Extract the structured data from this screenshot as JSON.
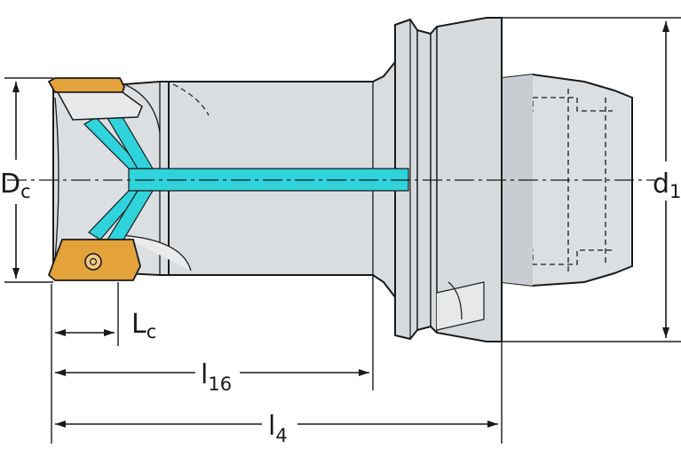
{
  "colors": {
    "body_fill": "#d9dcdf",
    "body_light": "#e9ebed",
    "body_dark": "#b5babf",
    "outline": "#1a1a1a",
    "coolant": "#2fd3dc",
    "insert": "#e3a23a",
    "insert_light": "#f2c980",
    "background": "#ffffff"
  },
  "labels": {
    "dc_main": "D",
    "dc_sub": "c",
    "d1_main": "d",
    "d1_sub": "1",
    "lc_main": "L",
    "lc_sub": "c",
    "l16_main": "l",
    "l16_sub": "16",
    "l4_main": "l",
    "l4_sub": "4"
  }
}
